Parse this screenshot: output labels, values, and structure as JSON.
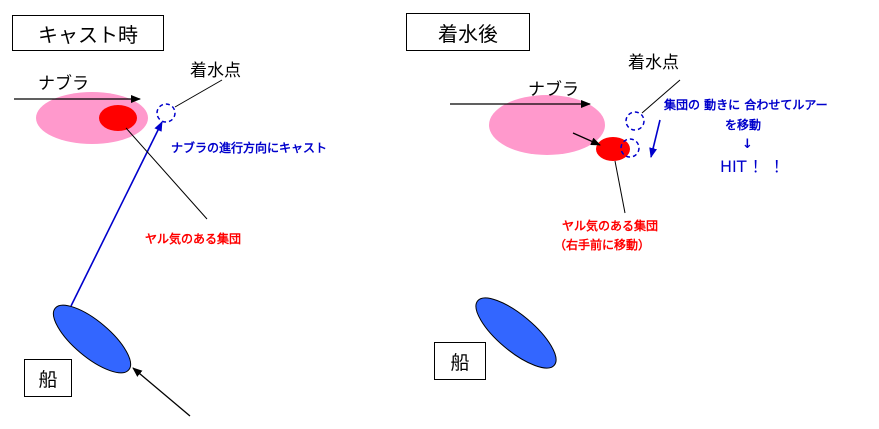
{
  "left_panel": {
    "title": "キャスト時",
    "school_label": "ナブラ",
    "landing_label": "着水点",
    "cast_caption": "ナブラの進行方向にキャスト",
    "group_caption": "ヤル気のある集団",
    "boat_label": "船"
  },
  "right_panel": {
    "title": "着水後",
    "school_label": "ナブラ",
    "landing_label": "着水点",
    "move_line1": "集団の 動きに 合わせてルアー",
    "move_line2": "を移動",
    "arrow_glyph": "↓",
    "hit_text": "HIT ！ ！",
    "group_caption_line1": "ヤル気のある集団",
    "group_caption_line2": "（右手前に移動）",
    "boat_label": "船"
  },
  "colors": {
    "school_fill": "#ff99cc",
    "group_fill": "#ff0000",
    "boat_fill": "#3366ff",
    "cast_line": "#0000cc",
    "blue_text": "#0000cc",
    "red_text": "#ff0000"
  }
}
